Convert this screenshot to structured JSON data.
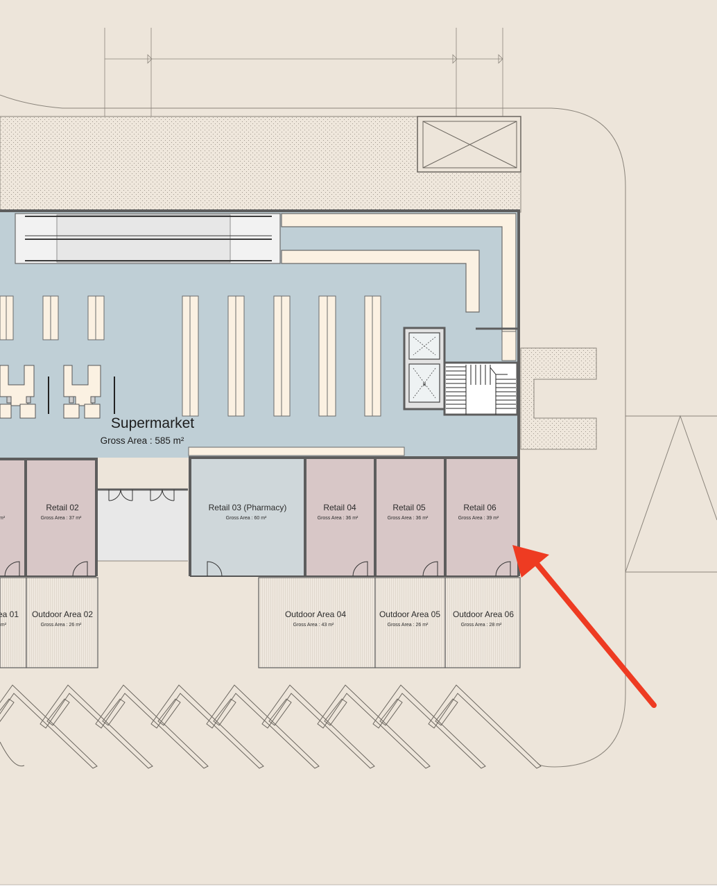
{
  "colors": {
    "background": "#ede5da",
    "supermarket_floor": "#bfcfd6",
    "retail_unit": "#d8c7c7",
    "pharmacy_unit": "#cfd7da",
    "entrance_lobby": "#e8e8e8",
    "wall": "#5d5d5d",
    "shelf": "#fbf1e2",
    "annotation_arrow": "#ee3b22"
  },
  "supermarket": {
    "name": "Supermarket",
    "area_label": "Gross Area :  585 m²"
  },
  "retail_units": [
    {
      "name": "Retail 02",
      "area": "Gross Area : 37 m²"
    },
    {
      "name": "Retail 03 (Pharmacy)",
      "area": "Gross Area : 60 m²"
    },
    {
      "name": "Retail 04",
      "area": "Gross Area : 36 m²"
    },
    {
      "name": "Retail 05",
      "area": "Gross Area : 36 m²"
    },
    {
      "name": "Retail 06",
      "area": "Gross Area : 39 m²"
    }
  ],
  "outdoor_areas": [
    {
      "name": "Outdoor Area 02",
      "area": "Gross Area : 26 m²"
    },
    {
      "name": "Outdoor Area 04",
      "area": "Gross Area : 43 m²"
    },
    {
      "name": "Outdoor Area 05",
      "area": "Gross Area : 26 m²"
    },
    {
      "name": "Outdoor Area 06",
      "area": "Gross Area : 28 m²"
    }
  ],
  "cut_off_labels": {
    "retail_01_area": "m²",
    "outdoor_01_name": "ea 01",
    "outdoor_01_area": "m²"
  },
  "icons": [
    "annotation-arrow-icon",
    "elevator-icon",
    "staircase-icon",
    "escalator-icon",
    "door-swing-icon"
  ]
}
